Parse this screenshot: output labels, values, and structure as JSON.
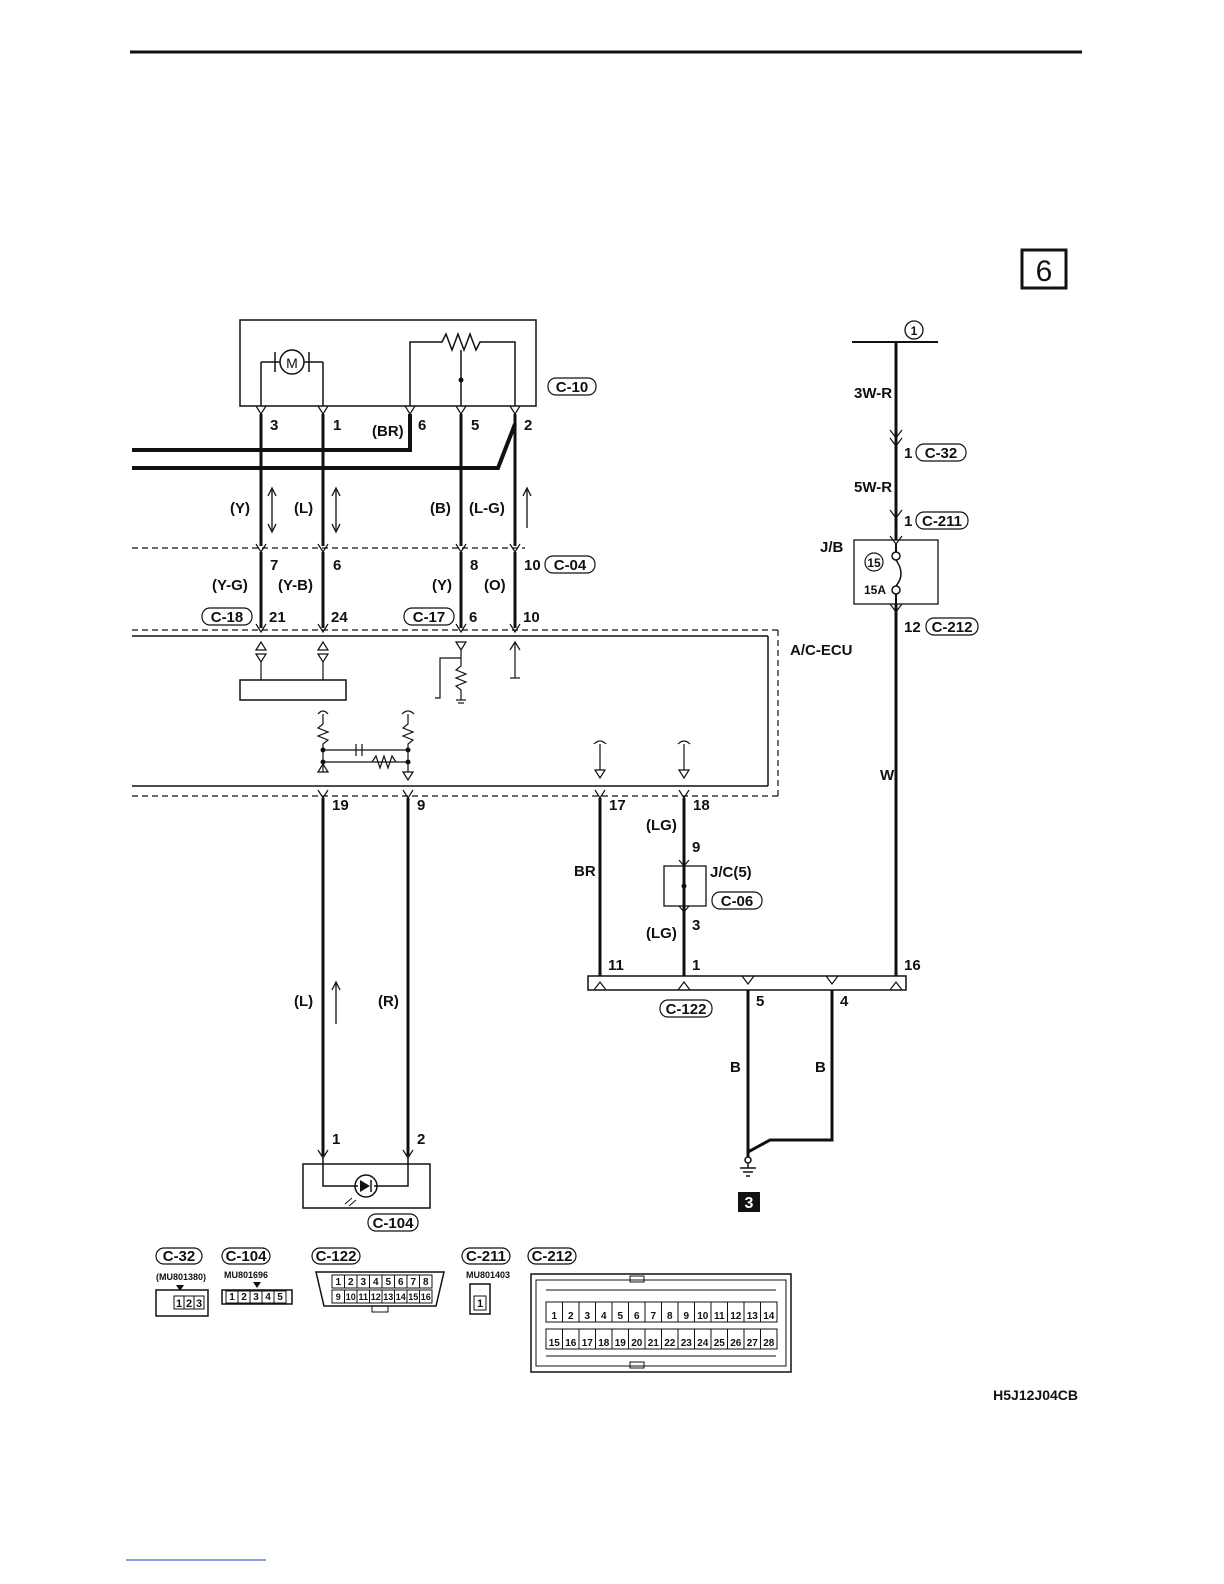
{
  "page": {
    "section_box": "6",
    "figure_code": "H5J12J04CB",
    "ground_box": "3"
  },
  "connectors": {
    "c10": "C-10",
    "c04": "C-04",
    "c18": "C-18",
    "c17": "C-17",
    "c32": "C-32",
    "c211": "C-211",
    "c212": "C-212",
    "c06": "C-06",
    "c122": "C-122",
    "c104": "C-104"
  },
  "wires": {
    "y": "(Y)",
    "l": "(L)",
    "b_paren": "(B)",
    "lg_paren": "(L-G)",
    "yg": "(Y-G)",
    "yb": "(Y-B)",
    "y2": "(Y)",
    "o": "(O)",
    "br_paren": "(BR)",
    "lg1": "(LG)",
    "lg2": "(LG)",
    "br": "BR",
    "l2": "(L)",
    "r": "(R)",
    "b1": "B",
    "b2": "B",
    "w": "W",
    "w3r": "3W-R",
    "w5r": "5W-R"
  },
  "pins": {
    "p3": "3",
    "p1": "1",
    "p6": "6",
    "p5": "5",
    "p2": "2",
    "p7": "7",
    "p6b": "6",
    "p8": "8",
    "p10": "10",
    "p21": "21",
    "p24": "24",
    "p6c": "6",
    "p10b": "10",
    "p19": "19",
    "p9": "9",
    "p17": "17",
    "p18": "18",
    "p9b": "9",
    "p3b": "3",
    "p11": "11",
    "p1b": "1",
    "p16": "16",
    "p5b": "5",
    "p4": "4",
    "p1c": "1",
    "p2b": "2",
    "p1d": "1",
    "p1e": "1",
    "p12": "12"
  },
  "labels": {
    "ac_ecu": "A/C-ECU",
    "jb": "J/B",
    "jc": "J/C(5)",
    "fuse_num": "15",
    "fuse_amp": "15A",
    "power_circle": "1"
  },
  "connector_views": {
    "c32_title": "C-32",
    "c32_part": "(MU801380)",
    "c32_cells": [
      "1",
      "2",
      "3"
    ],
    "c104_title": "C-104",
    "c104_part": "MU801696",
    "c104_cells": [
      "1",
      "2",
      "3",
      "4",
      "5"
    ],
    "c122_title": "C-122",
    "c122_row1": [
      "1",
      "2",
      "3",
      "4",
      "5",
      "6",
      "7",
      "8"
    ],
    "c122_row2": [
      "9",
      "10",
      "11",
      "12",
      "13",
      "14",
      "15",
      "16"
    ],
    "c211_title": "C-211",
    "c211_part": "MU801403",
    "c211_cells": [
      "1"
    ],
    "c212_title": "C-212",
    "c212_row1": [
      "1",
      "2",
      "3",
      "4",
      "5",
      "6",
      "7",
      "8",
      "9",
      "10",
      "11",
      "12",
      "13",
      "14"
    ],
    "c212_row2": [
      "15",
      "16",
      "17",
      "18",
      "19",
      "20",
      "21",
      "22",
      "23",
      "24",
      "25",
      "26",
      "27",
      "28"
    ]
  }
}
